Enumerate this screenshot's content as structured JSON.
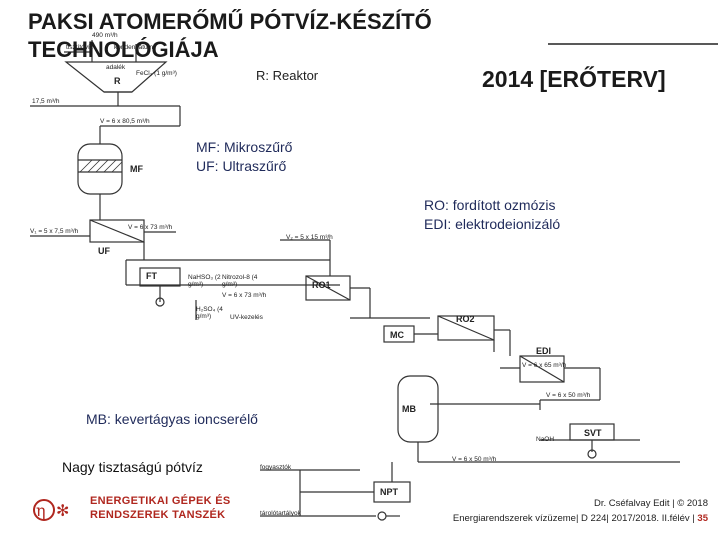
{
  "title": {
    "line1": "PAKSI ATOMERŐMŰ PÓTVÍZ-KÉSZÍTŐ",
    "line2": "TECHNOLÓGIÁJA",
    "year": "2014 [ERŐTERV]"
  },
  "notes": {
    "reactor": "R: Reaktor",
    "mf": "MF: Mikroszűrő",
    "uf": "UF: Ultraszűrő",
    "ro": "RO: fordított ozmózis",
    "edi": "EDI: elektrodeionizáló",
    "mb": "MB: kevertágyas ioncserélő",
    "output": "Nagy tisztaságú pótvíz"
  },
  "diagram": {
    "flow_top": "490 m³/h",
    "input_a": "tisztítóvíz",
    "input_b": "kondenzátum",
    "input_c": "adalék",
    "input_d": "FeCl₃ (1 g/m³)",
    "reactor_tag": "R",
    "flow_1": "17,5 m³/h",
    "flow_2": "V = 6 x 80,5 m³/h",
    "mf_tag": "MF",
    "flow_3": "V₁ = 5 x 7,5 m³/h",
    "flow_4": "V = 6 x 73 m³/h",
    "uf_tag": "UF",
    "flow_5": "V₂ = 5 x 15 m³/h",
    "ft_tag": "FT",
    "chem_1": "NaHSO₃ (2 g/m³)",
    "chem_2": "Nitrozol-8 (4 g/m³)",
    "flow_6": "V = 6 x 73 m³/h",
    "chem_3": "H₂SO₄ (4 g/m³)",
    "chem_4": "UV-kezelés",
    "ro1_tag": "RO1",
    "ro2_tag": "RO2",
    "mc_tag": "MC",
    "edi_tag": "EDI",
    "flow_7": "V = 6 x 65 m³/h",
    "flow_8": "V = 6 x 50 m³/h",
    "mb_tag": "MB",
    "naoh": "NaOH",
    "svt_tag": "SVT",
    "flow_9": "V = 6 x 50 m³/h",
    "out_1": "fogyasztók",
    "out_2": "tárolótartályok",
    "npt_tag": "NPT"
  },
  "footer": {
    "logo_line1": "ENERGETIKAI GÉPEK ÉS",
    "logo_line2": "RENDSZEREK TANSZÉK",
    "credit": "Dr. Cséfalvay Edit | © 2018",
    "course": "Energiarendszerek vízüzeme| D 224| 2017/2018. II.félév |",
    "page": "35"
  },
  "colors": {
    "note_text": "#1f2a5a",
    "brand_red": "#b0271f"
  }
}
